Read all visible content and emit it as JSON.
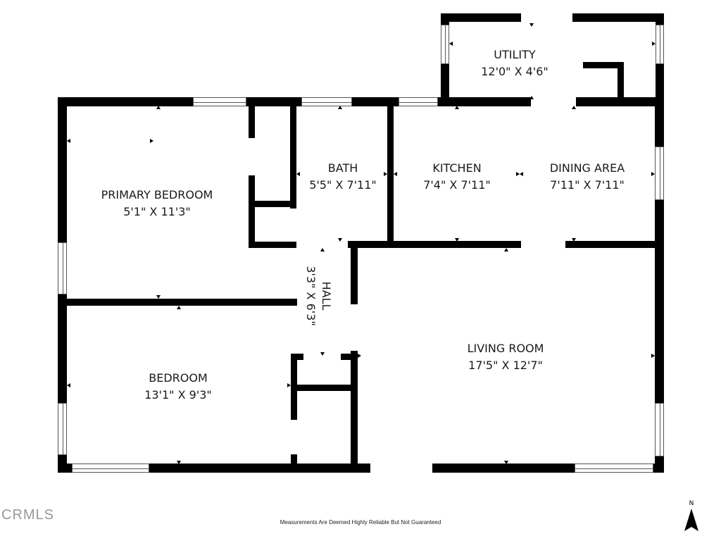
{
  "floorplan": {
    "rooms": [
      {
        "name": "UTILITY",
        "dims": "12'0\" X 4'6\""
      },
      {
        "name": "PRIMARY BEDROOM",
        "dims": "5'1\" X 11'3\""
      },
      {
        "name": "BATH",
        "dims": "5'5\" X 7'11\""
      },
      {
        "name": "KITCHEN",
        "dims": "7'4\" X 7'11\""
      },
      {
        "name": "DINING AREA",
        "dims": "7'11\" X 7'11\""
      },
      {
        "name": "HALL",
        "dims": "3'3\" X 6'3\""
      },
      {
        "name": "BEDROOM",
        "dims": "13'1\" X 9'3\""
      },
      {
        "name": "LIVING ROOM",
        "dims": "17'5\" X 12'7\""
      }
    ]
  },
  "footer": {
    "logo": "CRMLS",
    "disclaimer": "Measurements Are Deemed Highly Reliable But Not Guaranteed",
    "north_label": "N"
  }
}
